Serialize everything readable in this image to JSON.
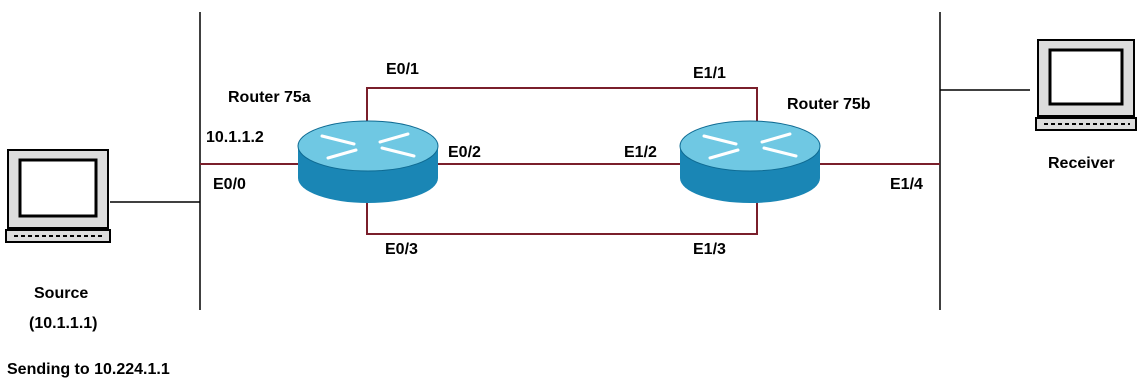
{
  "colors": {
    "link": "#7a1f2b",
    "segment": "#000000",
    "router_top": "#6fc8e3",
    "router_side": "#1a86b5",
    "router_arrows": "#ffffff",
    "pc_body": "#dcdcdc",
    "pc_screen": "#ffffff"
  },
  "icons": {
    "router": "router-icon",
    "computer": "desktop-computer-icon"
  },
  "router_a": {
    "name": "Router 75a",
    "ip": "10.1.1.2"
  },
  "router_b": {
    "name": "Router 75b"
  },
  "interfaces": {
    "e0_0": "E0/0",
    "e0_1": "E0/1",
    "e0_2": "E0/2",
    "e0_3": "E0/3",
    "e1_1": "E1/1",
    "e1_2": "E1/2",
    "e1_3": "E1/3",
    "e1_4": "E1/4"
  },
  "source": {
    "label": "Source",
    "ip": "(10.1.1.1)"
  },
  "receiver": {
    "label": "Receiver"
  },
  "note": {
    "prefix": "Sending to ",
    "address": "10.224.1.1"
  }
}
